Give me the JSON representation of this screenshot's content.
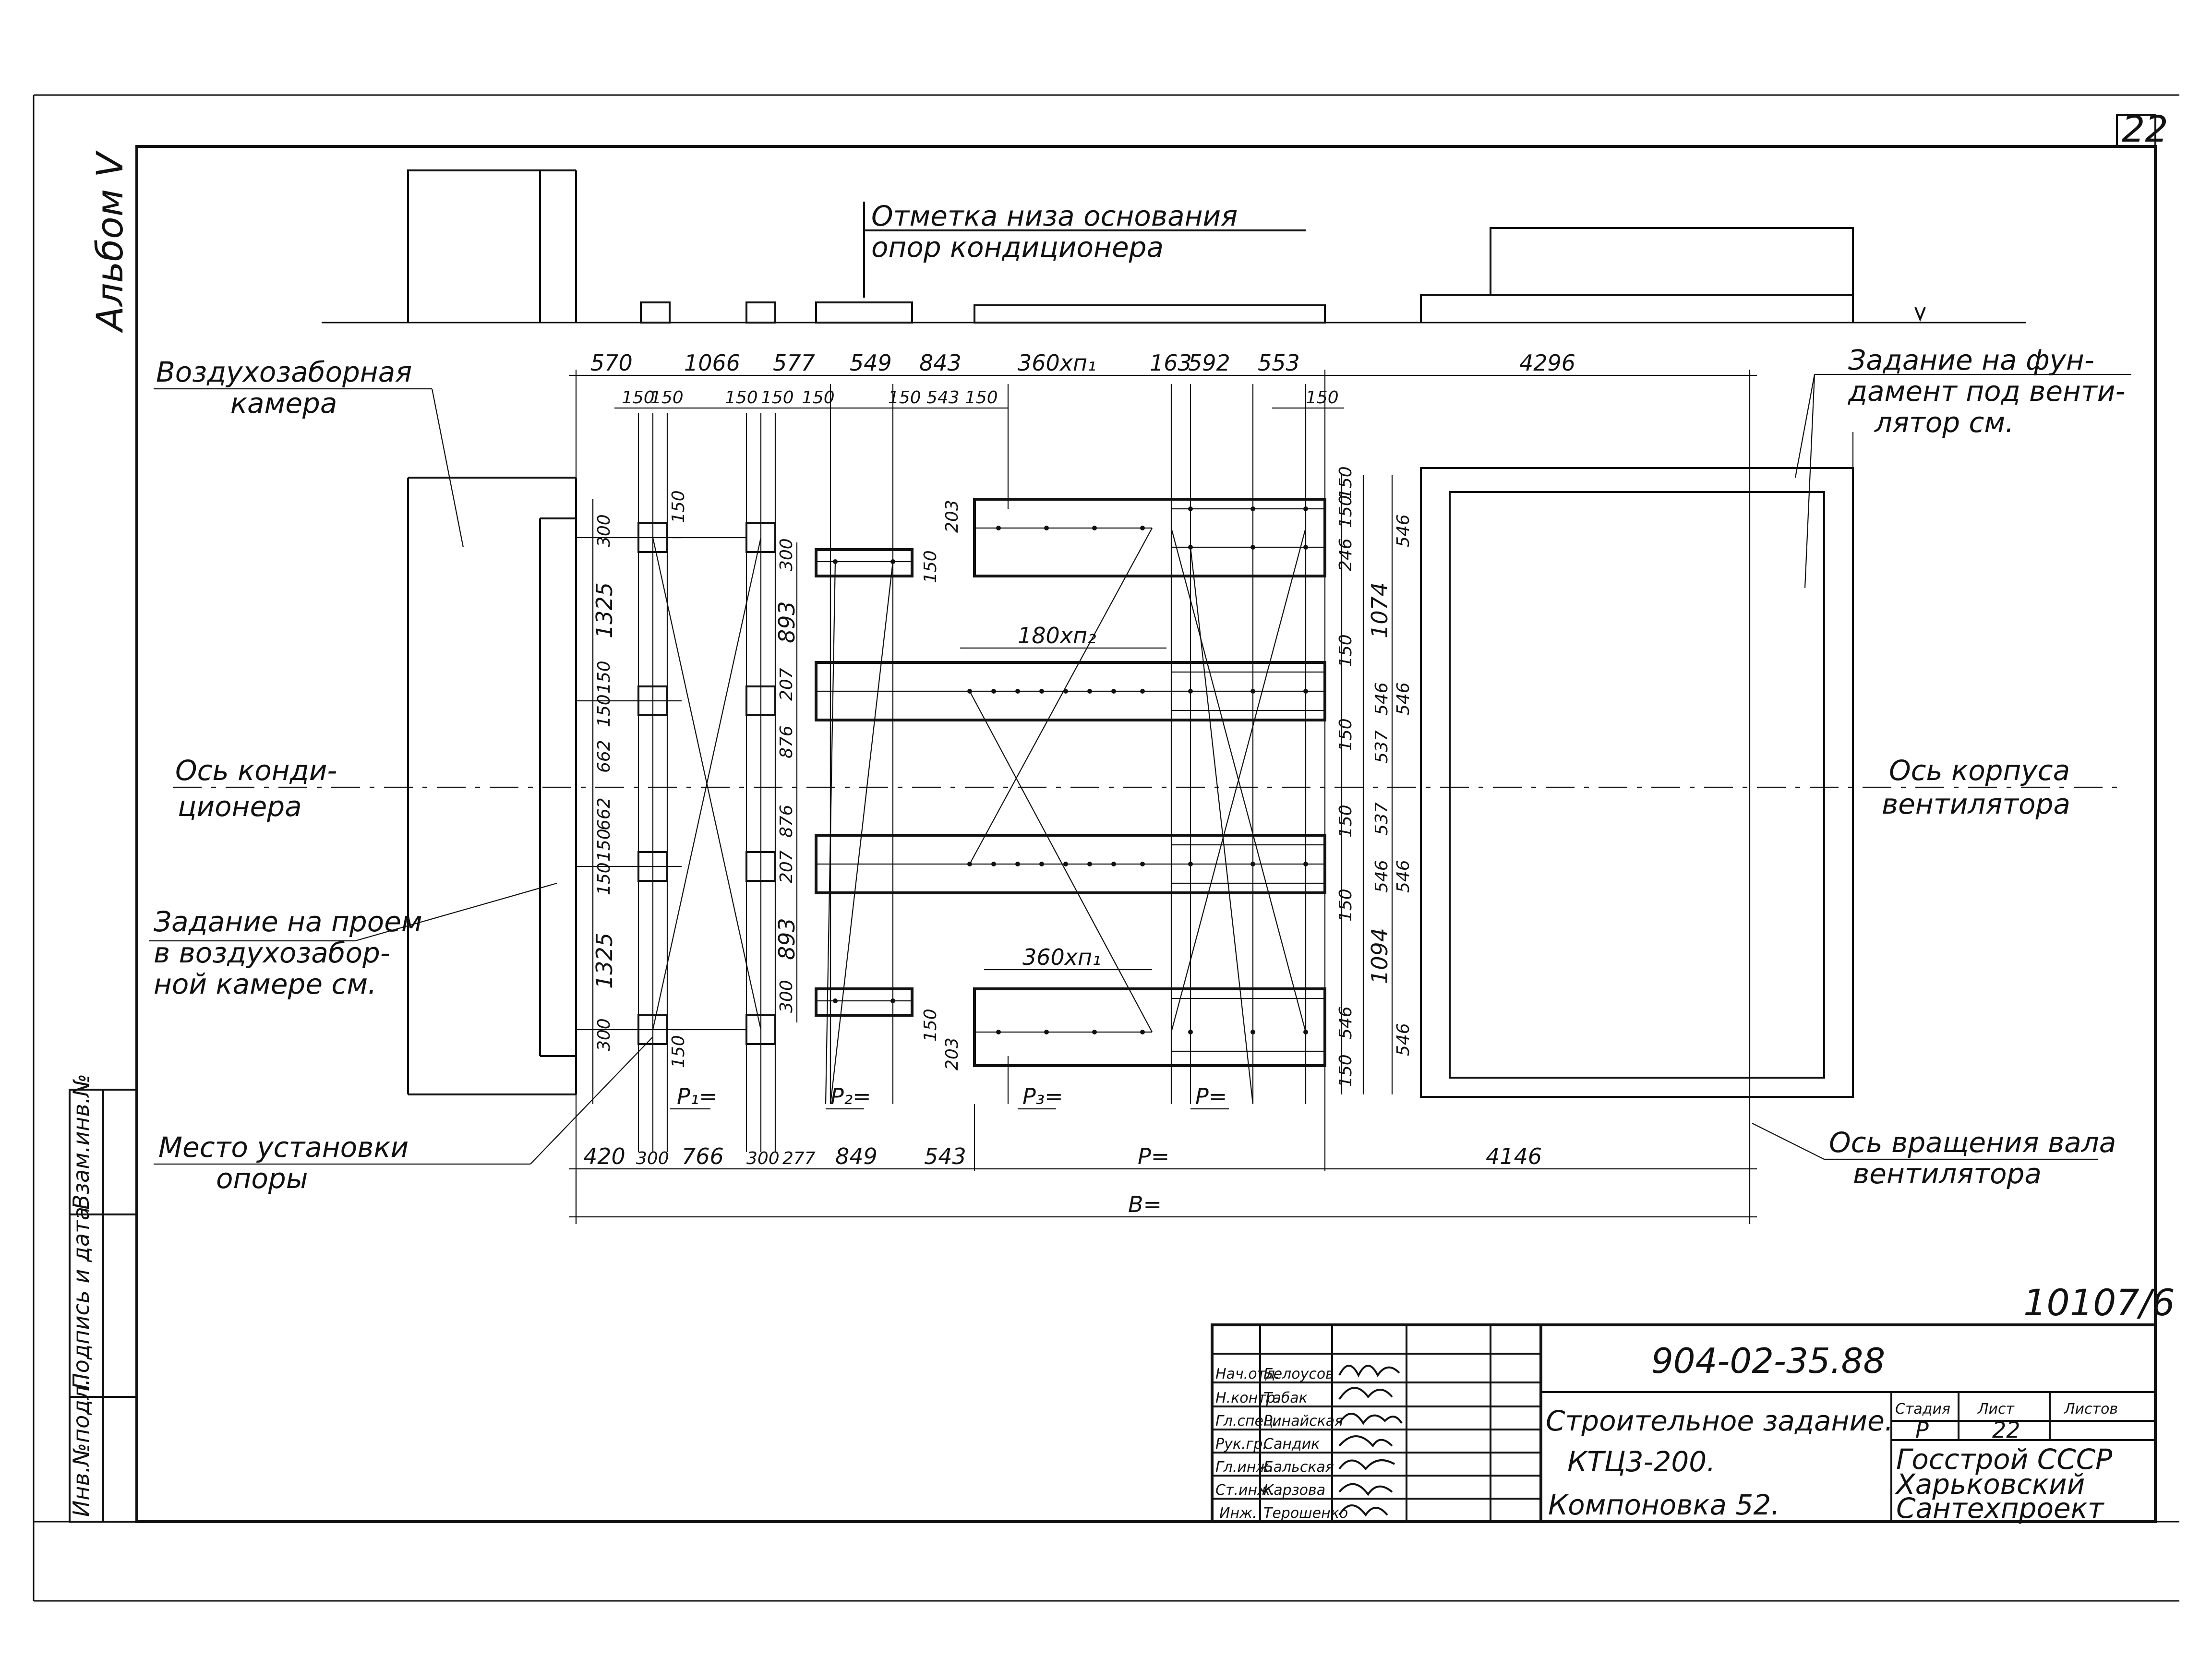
{
  "sheet": {
    "number": "22",
    "album": "Альбом V",
    "inventory": "10107/6"
  },
  "side_stamp": [
    "Инв.№подл.",
    "Подпись и дата",
    "Взам.инв.№"
  ],
  "labels": {
    "note_top_1": "Отметка низа основания",
    "note_top_2": "опор кондиционера",
    "vozd_1": "Воздухозаборная",
    "vozd_2": "камера",
    "fund_1": "Задание на фун-",
    "fund_2": "дамент под венти-",
    "fund_3": "лятор см.",
    "axis_left_1": "Ось конди-",
    "axis_left_2": "ционера",
    "axis_right_1": "Ось корпуса",
    "axis_right_2": "вентилятора",
    "proem_1": "Задание на проем",
    "proem_2": "в воздухозабор-",
    "proem_3": "ной камере см.",
    "mesto_1": "Место установки",
    "mesto_2": "опоры",
    "rot_1": "Ось вращения вала",
    "rot_2": "вентилятора"
  },
  "dims": {
    "top_row": [
      "570",
      "1066",
      "577",
      "549",
      "843",
      "360хп₁",
      "163",
      "592",
      "553",
      "4296"
    ],
    "sub_row": [
      "150",
      "150",
      "150",
      "150",
      "150",
      "150",
      "543",
      "150",
      "150"
    ],
    "bottom_row": [
      "420",
      "300",
      "766",
      "300",
      "277",
      "849",
      "543",
      "Р=",
      "4146"
    ],
    "total": "В=",
    "loads": [
      "Р₁=",
      "Р₂=",
      "Р₃=",
      "Р="
    ],
    "left_col": [
      "300",
      "1325",
      "150",
      "150",
      "662",
      "662",
      "150",
      "150",
      "1325",
      "300"
    ],
    "left_150": [
      "150",
      "150"
    ],
    "mid_col": [
      "300",
      "893",
      "207",
      "876",
      "876",
      "207",
      "893",
      "300"
    ],
    "mid_small": [
      "203",
      "150",
      "150",
      "203"
    ],
    "right_col": [
      "150",
      "246",
      "1074",
      "150",
      "546",
      "150",
      "537",
      "537",
      "150",
      "546",
      "150",
      "1094",
      "546",
      "150"
    ],
    "right_outer": [
      "546",
      "546",
      "546",
      "546",
      "150"
    ],
    "inner_top": "180хп₂",
    "inner_bottom": "360хп₁"
  },
  "title_block": {
    "roles": [
      "Нач.отд.",
      "Н.контр.",
      "Гл.спец.",
      "Рук.гр.",
      "Гл.инж.",
      "Ст.инж.",
      "Инж."
    ],
    "names": [
      "Белоусов",
      "Табак",
      "Ринайская",
      "Сандик",
      "Бальская",
      "Карзова",
      "Терошенко"
    ],
    "code": "904-02-35.88",
    "desc_1": "Строительное задание.",
    "desc_2": "КТЦ3-200.",
    "desc_3": "Компоновка 52.",
    "stage_label": "Стадия",
    "sheet_label": "Лист",
    "sheets_label": "Листов",
    "stage": "Р",
    "sheet_no": "22",
    "org_1": "Госстрой СССР",
    "org_2": "Харьковский",
    "org_3": "Сантехпроект"
  }
}
